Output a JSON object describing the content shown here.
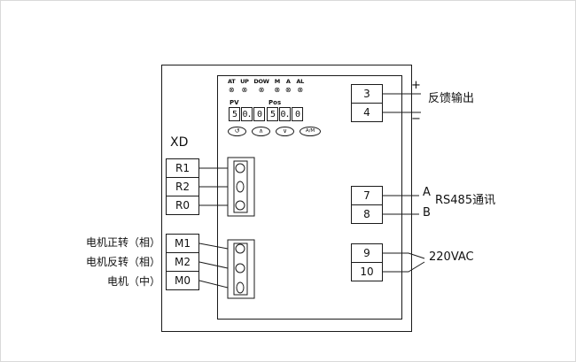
{
  "panel": {
    "indicators": [
      "AT",
      "UP",
      "DOW",
      "M",
      "A",
      "AL"
    ],
    "led_glyph": "⊗",
    "display": {
      "pv_label": "PV",
      "pos_label": "Pos",
      "pv_digits": [
        "5",
        "0.",
        "0"
      ],
      "pos_digits": [
        "5",
        "0.",
        "0"
      ]
    },
    "buttons": {
      "cycle": "↺",
      "up": "∧",
      "down": "∨",
      "auto_manual": "A/M"
    }
  },
  "labels": {
    "xd": "XD"
  },
  "terminals": {
    "r_group": [
      "R1",
      "R2",
      "R0"
    ],
    "m_group": [
      "M1",
      "M2",
      "M0"
    ],
    "feedback": [
      "3",
      "4"
    ],
    "rs485": [
      "7",
      "8"
    ],
    "power": [
      "9",
      "10"
    ]
  },
  "left_labels": [
    "电机正转（相）",
    "电机反转（相）",
    "电机（中）"
  ],
  "right_annotations": {
    "feedback_plus": "+",
    "feedback_minus": "−",
    "feedback_label": "反馈输出",
    "rs485_a": "A",
    "rs485_b": "B",
    "rs485_label": "RS485通讯",
    "power_label": "220VAC"
  }
}
